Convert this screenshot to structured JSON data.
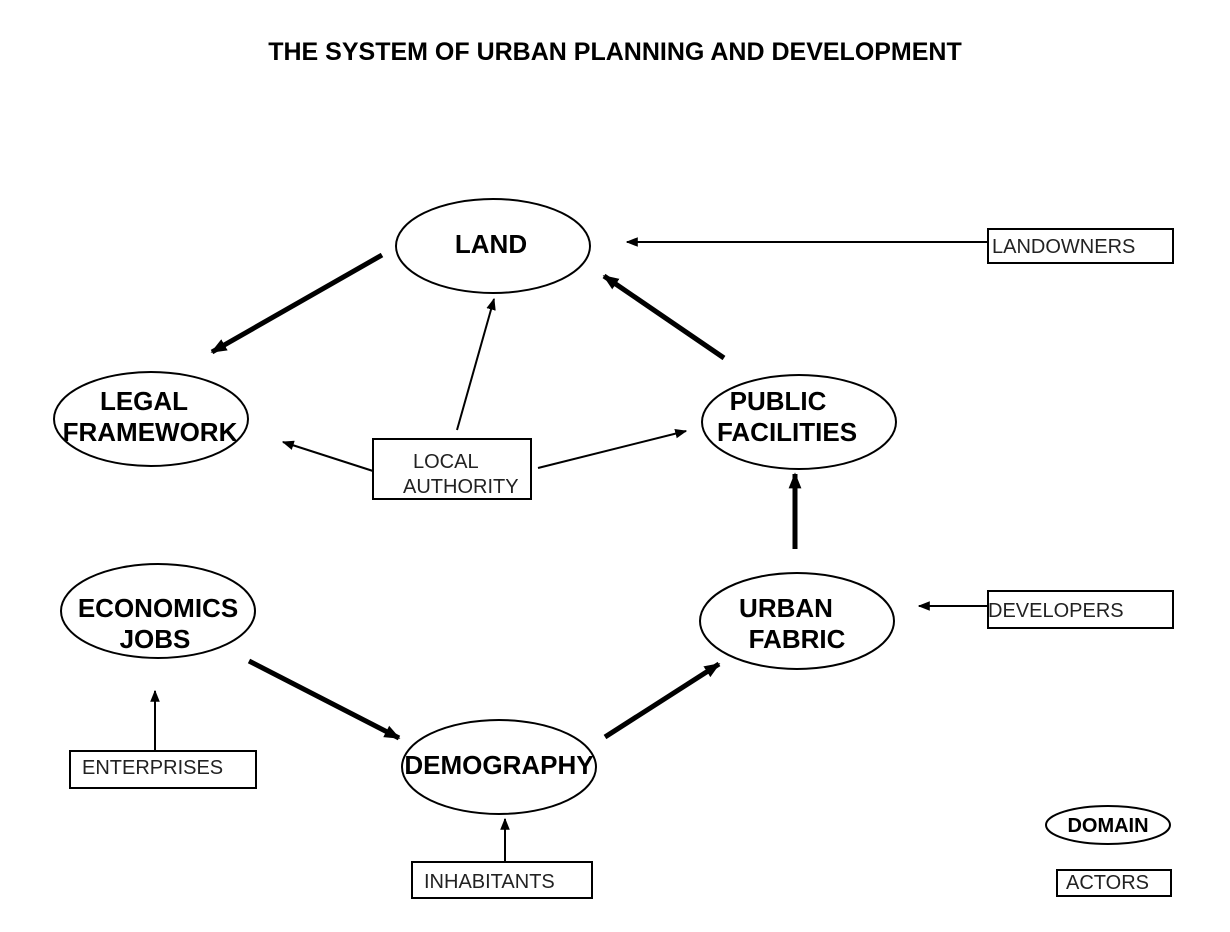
{
  "title": "THE SYSTEM OF URBAN PLANNING AND DEVELOPMENT",
  "domains": {
    "land": [
      "LAND"
    ],
    "legal_framework": [
      "LEGAL",
      "FRAMEWORK"
    ],
    "public_facilities": [
      "PUBLIC",
      "FACILITIES"
    ],
    "economics_jobs": [
      "ECONOMICS",
      "JOBS"
    ],
    "urban_fabric": [
      "URBAN",
      "FABRIC"
    ],
    "demography": [
      "DEMOGRAPHY"
    ]
  },
  "actors": {
    "landowners": "LANDOWNERS",
    "local_authority": [
      "LOCAL",
      "AUTHORITY"
    ],
    "developers": "DEVELOPERS",
    "enterprises": "ENTERPRISES",
    "inhabitants": "INHABITANTS"
  },
  "legend": {
    "domain": "DOMAIN",
    "actors": "ACTORS"
  }
}
